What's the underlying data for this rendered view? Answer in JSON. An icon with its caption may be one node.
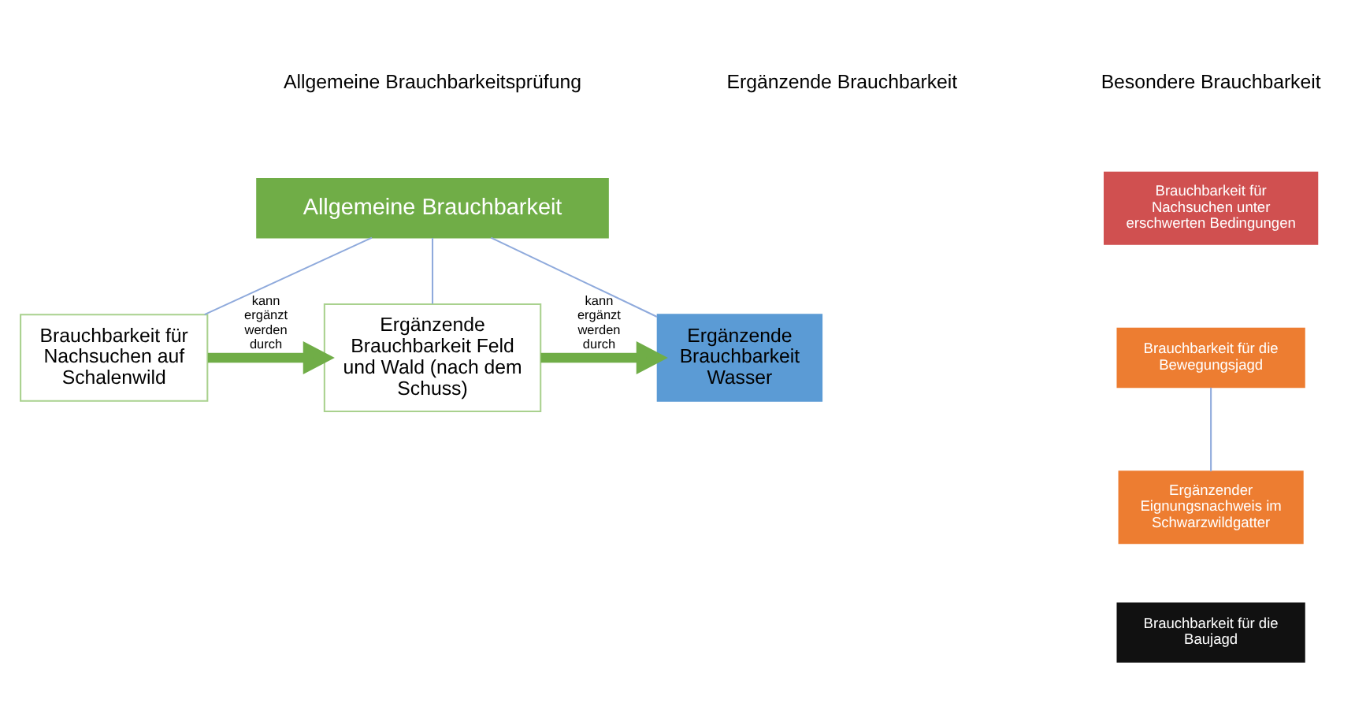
{
  "diagram": {
    "nodes": [
      {
        "text": [
          "Allgemeine Brauchbarkeit"
        ]
      },
      {
        "text": [
          "Brauchbarkeit für Nachsuchen auf Schalenwild"
        ]
      },
      {
        "text": [
          "Ergänzende Brauchbarkeit Feld und Wald (nach dem Schuss)"
        ]
      },
      {
        "text": [
          "Ergänzende Brauchbarkeit Wasser"
        ]
      },
      {
        "text": [
          "Brauchbarkeit für Nachsuchen unter erschwerten Bedingungen"
        ]
      },
      {
        "text": [
          "Brauchbarkeit für die Bewegungsjagd"
        ]
      },
      {
        "text": [
          "Ergänzender Eignungsnachweis im Schwarzwildgatter"
        ]
      },
      {
        "text": [
          "Brauchbarkeit für die Baujagd"
        ]
      }
    ],
    "edges": [
      {
        "from": 0,
        "to": 1,
        "arrow": "none"
      },
      {
        "from": 0,
        "to": 2,
        "arrow": "none"
      },
      {
        "from": 0,
        "to": 3,
        "arrow": "none"
      },
      {
        "from": 1,
        "to": 2,
        "arrow": "to",
        "label": "kann ergänzt werden durch",
        "style": "thick",
        "color": "#70ad47"
      },
      {
        "from": 2,
        "to": 3,
        "arrow": "to",
        "label": "kann ergänzt werden durch",
        "style": "thick",
        "color": "#70ad47"
      },
      {
        "from": 5,
        "to": 6,
        "arrow": "none"
      }
    ],
    "labels": [
      "Allgemeine Brauchbarkeitsprüfung",
      "Ergänzende Brauchbarkeit",
      "Besondere Brauchbarkeit"
    ]
  }
}
